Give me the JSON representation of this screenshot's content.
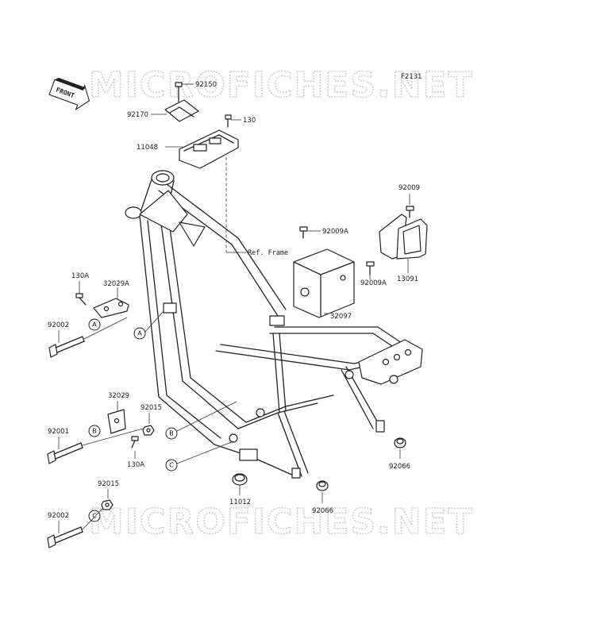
{
  "figure_code": "F2131",
  "watermark": "MICROFICHES.NET",
  "front_indicator": "FRONT",
  "ref_frame_label": "Ref. Frame",
  "callouts": {
    "p92150": "92150",
    "p92170": "92170",
    "p130_top": "130",
    "p11048": "11048",
    "p92009": "92009",
    "p92009A_top": "92009A",
    "p92009A_mid": "92009A",
    "p13091": "13091",
    "p32097": "32097",
    "p130A_top": "130A",
    "p32029A": "32029A",
    "p92002_top": "92002",
    "p32029": "32029",
    "p92015_mid": "92015",
    "p92001": "92001",
    "p130A_mid": "130A",
    "p92015_low": "92015",
    "p92002_low": "92002",
    "p11012": "11012",
    "p92066_low": "92066",
    "p92066_right": "92066"
  },
  "markers": {
    "A_left": "A",
    "A_frame": "A",
    "B_left": "B",
    "B_frame": "B",
    "C_left": "C",
    "C_frame": "C"
  }
}
